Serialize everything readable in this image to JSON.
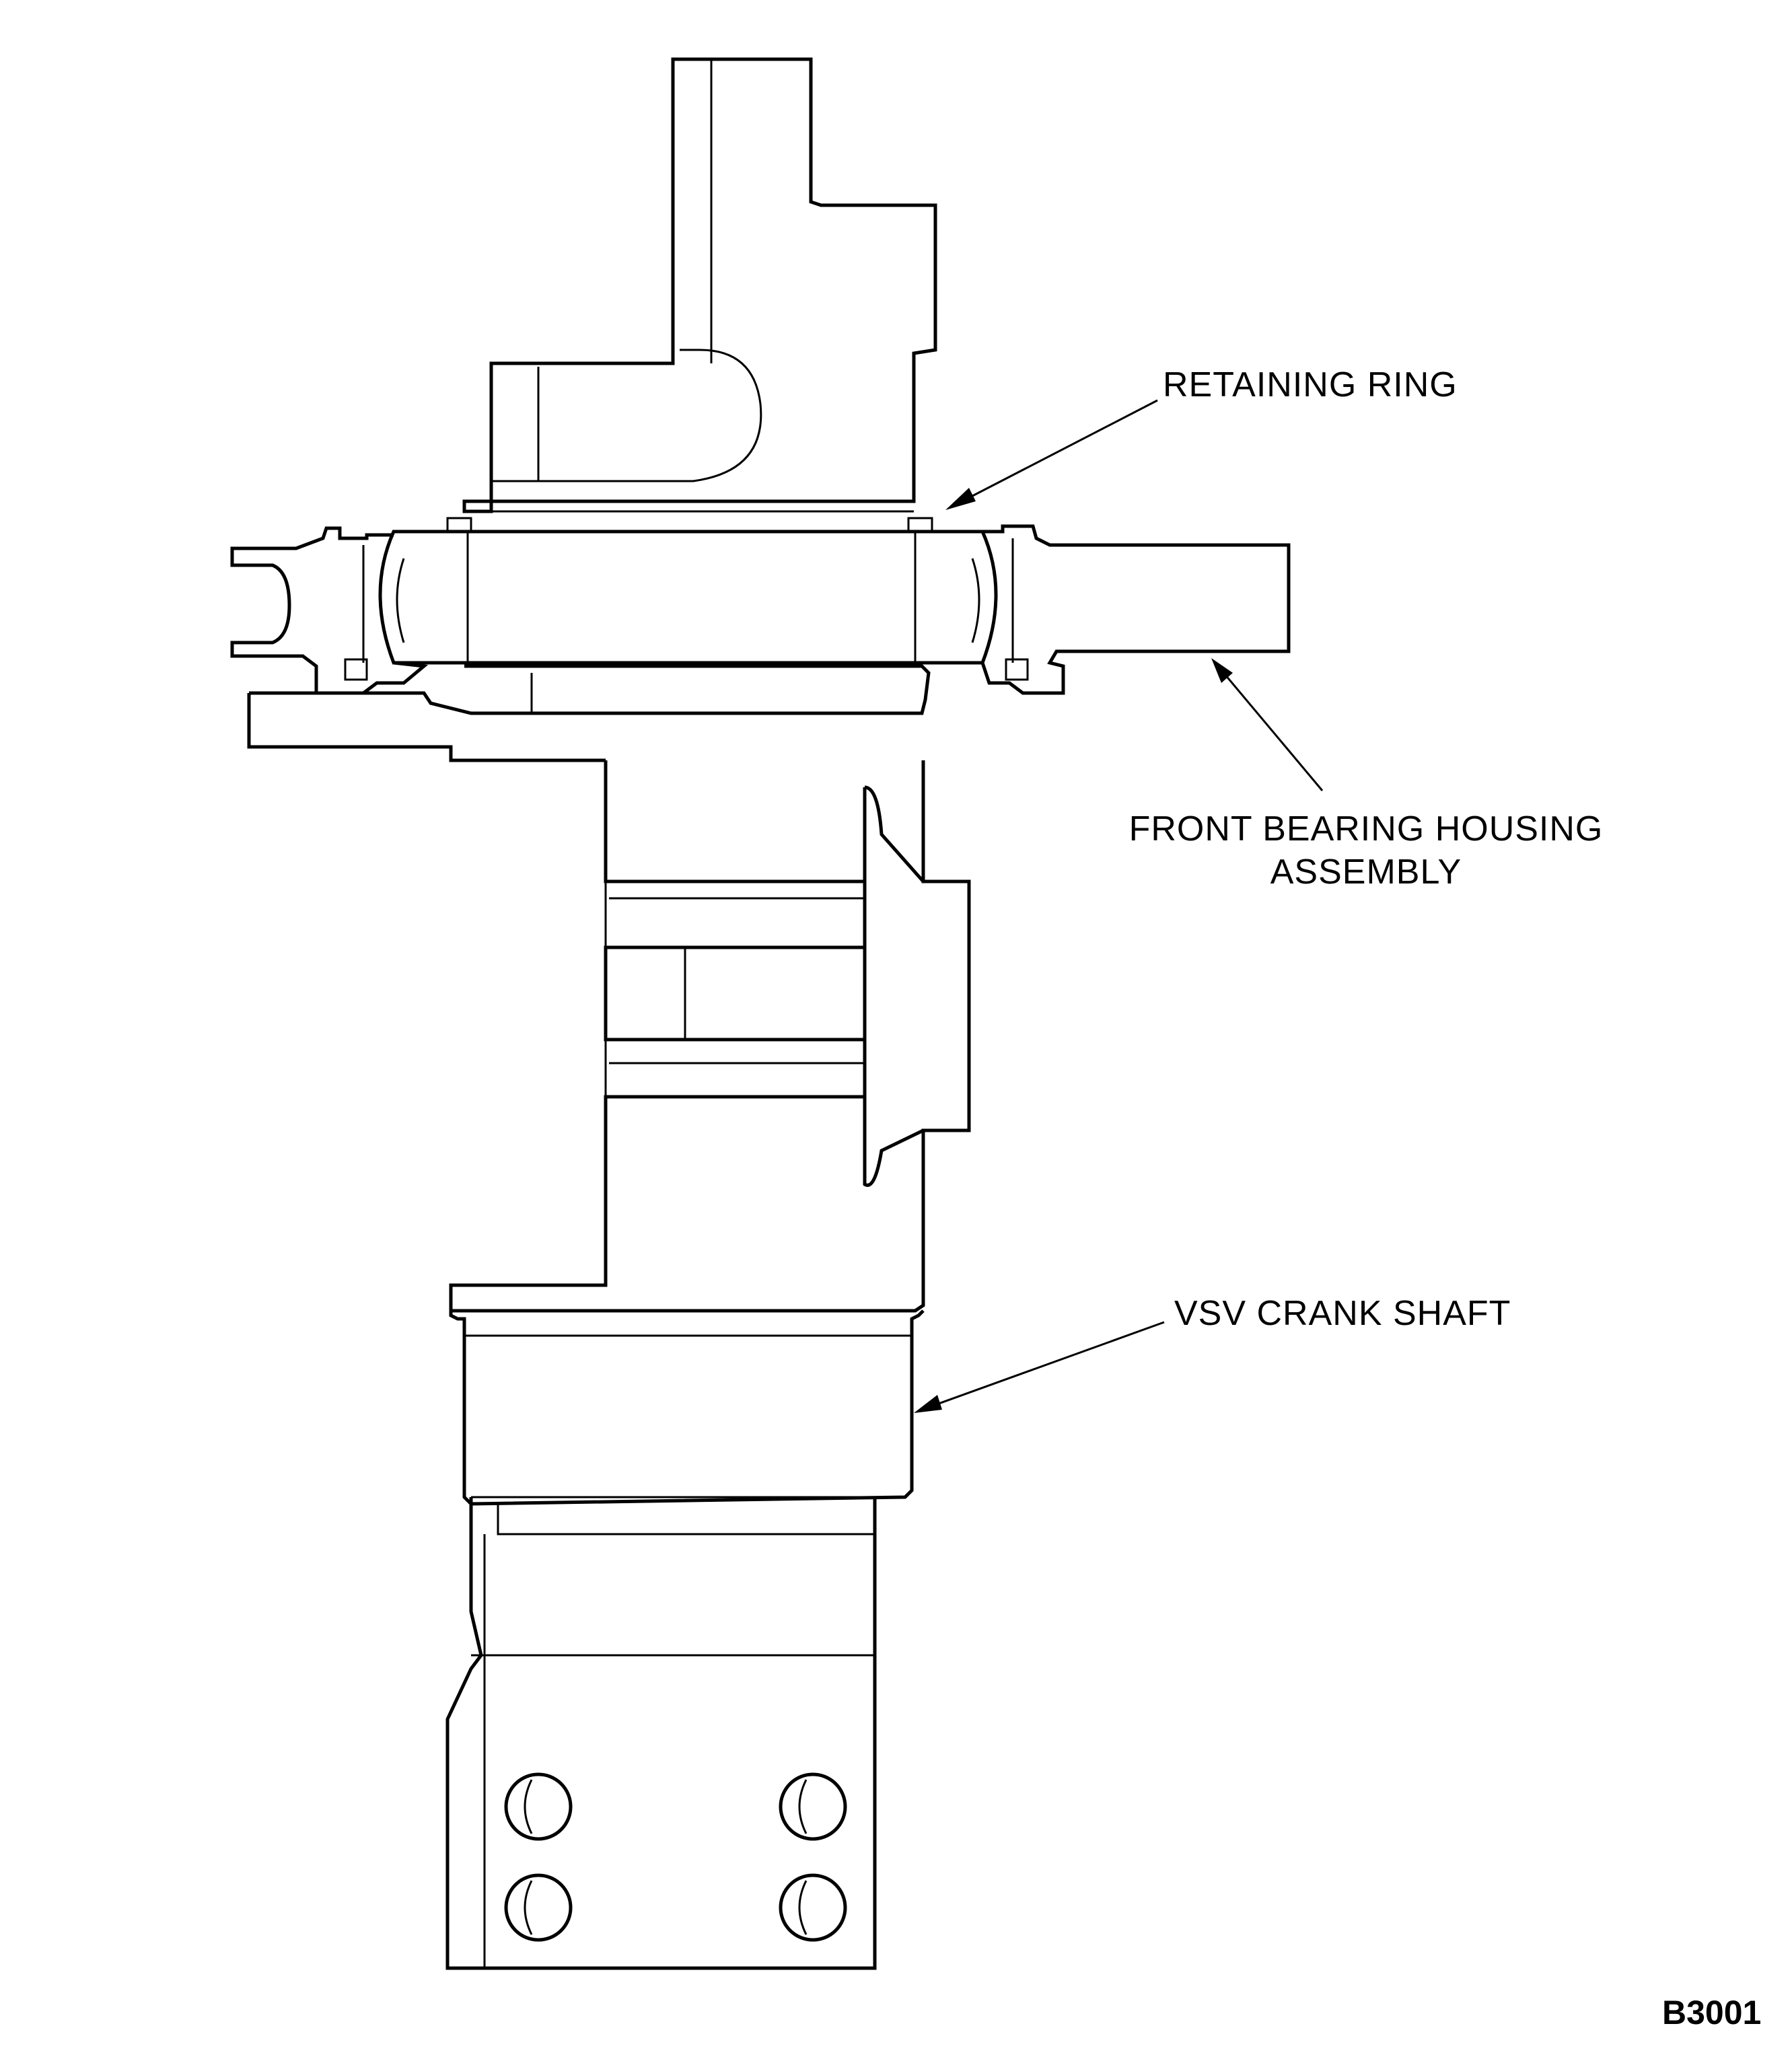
{
  "diagram": {
    "labels": {
      "retaining_ring": "RETAINING RING",
      "front_bearing_housing_line1": "FRONT BEARING HOUSING",
      "front_bearing_housing_line2": "ASSEMBLY",
      "vsv_crank_shaft": "VSV CRANK SHAFT"
    },
    "figure_id": "B3001"
  }
}
